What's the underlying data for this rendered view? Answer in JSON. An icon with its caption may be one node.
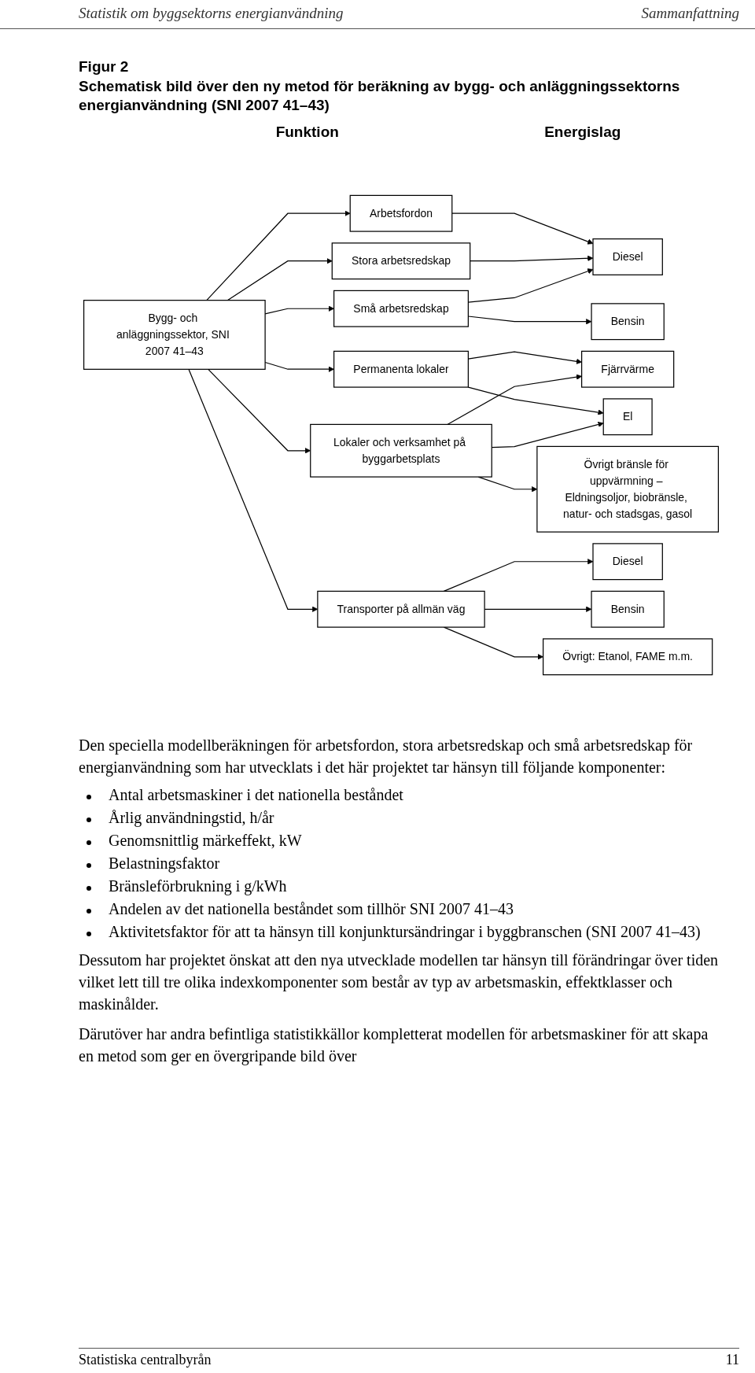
{
  "diagram": {
    "title": "Schematisk bild över den ny metod för beräkning av bygg- och anläggningssektorns energianvändning (SNI 2007 41–43)",
    "nodes": [
      {
        "text": [
          "Bygg- och anläggningssektor, SNI 2007 41–43"
        ]
      },
      {
        "text": [
          "Arbetsfordon"
        ]
      },
      {
        "text": [
          "Stora arbetsredskap"
        ]
      },
      {
        "text": [
          "Små arbetsredskap"
        ]
      },
      {
        "text": [
          "Permanenta lokaler"
        ]
      },
      {
        "text": [
          "Lokaler och verksamhet på byggarbetsplats"
        ]
      },
      {
        "text": [
          "Transporter på allmän väg"
        ]
      },
      {
        "text": [
          "Diesel"
        ]
      },
      {
        "text": [
          "Bensin"
        ]
      },
      {
        "text": [
          "Fjärrvärme"
        ]
      },
      {
        "text": [
          "El"
        ]
      },
      {
        "text": [
          "Övrigt bränsle för uppvärmning – Eldningsoljor, biobränsle, natur- och stadsgas, gasol"
        ]
      },
      {
        "text": [
          "Diesel"
        ]
      },
      {
        "text": [
          "Bensin"
        ]
      },
      {
        "text": [
          "Övrigt: Etanol, FAME m.m."
        ]
      }
    ],
    "edges": [
      {
        "from": 0,
        "to": 1,
        "arrow": "to"
      },
      {
        "from": 0,
        "to": 2,
        "arrow": "to"
      },
      {
        "from": 0,
        "to": 3,
        "arrow": "to"
      },
      {
        "from": 0,
        "to": 4,
        "arrow": "to"
      },
      {
        "from": 0,
        "to": 5,
        "arrow": "to"
      },
      {
        "from": 0,
        "to": 6,
        "arrow": "to"
      },
      {
        "from": 1,
        "to": 7,
        "arrow": "to"
      },
      {
        "from": 2,
        "to": 7,
        "arrow": "to"
      },
      {
        "from": 3,
        "to": 7,
        "arrow": "to"
      },
      {
        "from": 3,
        "to": 8,
        "arrow": "to"
      },
      {
        "from": 4,
        "to": 9,
        "arrow": "to"
      },
      {
        "from": 4,
        "to": 10,
        "arrow": "to"
      },
      {
        "from": 5,
        "to": 9,
        "arrow": "to"
      },
      {
        "from": 5,
        "to": 10,
        "arrow": "to"
      },
      {
        "from": 5,
        "to": 11,
        "arrow": "to"
      },
      {
        "from": 6,
        "to": 12,
        "arrow": "to"
      },
      {
        "from": 6,
        "to": 13,
        "arrow": "to"
      },
      {
        "from": 6,
        "to": 14,
        "arrow": "to"
      }
    ],
    "labels": [
      "Statistik om byggsektorns energianvändning",
      "Sammanfattning",
      "Figur 2",
      "Funktion",
      "Energislag",
      "Den speciella modellberäkningen för arbetsfordon, stora arbetsredskap och små arbetsredskap för energianvändning som har utvecklats i det här projektet tar hänsyn till följande komponenter:",
      "Antal arbetsmaskiner i det nationella beståndet",
      "Årlig användningstid, h/år",
      "Genomsnittlig märkeffekt, kW",
      "Belastningsfaktor",
      "Bränsleförbrukning i g/kWh",
      "Andelen av det nationella beståndet som tillhör SNI 2007 41–43",
      "Aktivitetsfaktor för att ta hänsyn till konjunktursändringar i byggbranschen (SNI 2007 41–43)",
      "Dessutom har projektet önskat att den nya utvecklade modellen tar hänsyn till förändringar över tiden vilket lett till tre olika indexkomponenter som består av typ av arbetsmaskin, effektklasser och maskinålder.",
      "Därutöver har andra befintliga statistikkällor kompletterat modellen för arbetsmaskiner för att skapa en metod som ger en övergripande bild över",
      "Statistiska centralbyrån",
      "11"
    ]
  }
}
